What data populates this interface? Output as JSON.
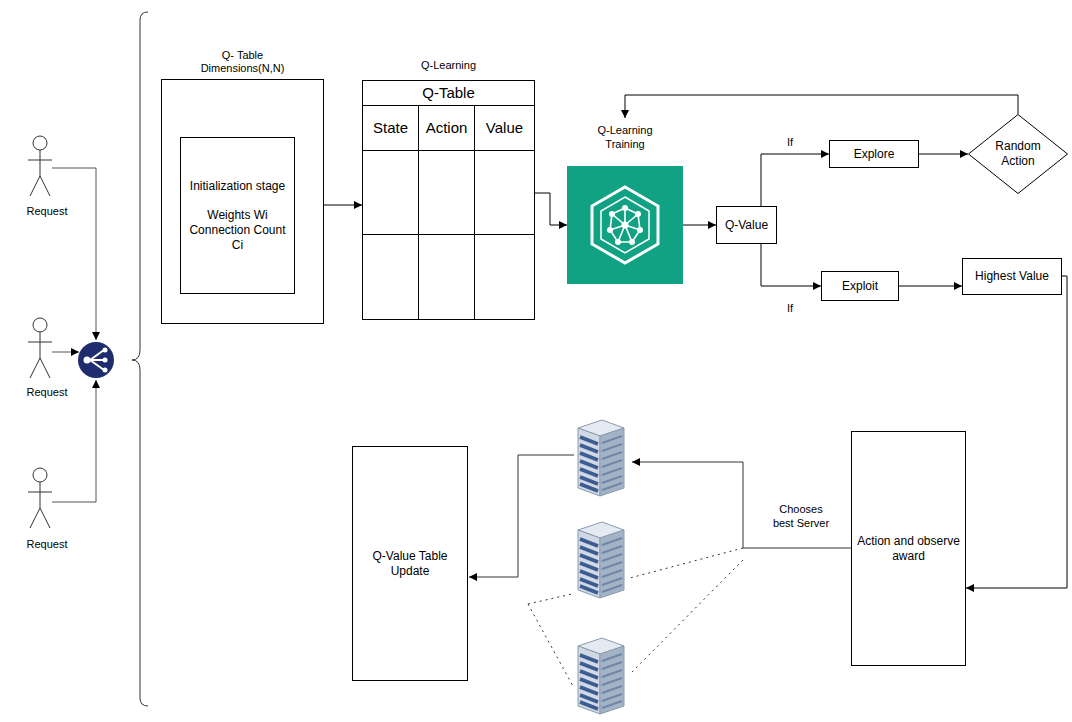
{
  "diagram": {
    "nodes": [
      {
        "text": [
          "Q- Table Dimensions(N,N)"
        ]
      },
      {
        "text": [
          "Initialization stage",
          "Weights Wi Connection Count Ci"
        ],
        "in": 0
      },
      {
        "text": [
          "Q-Learning",
          "Q-Table",
          "State",
          "Action",
          "Value"
        ]
      },
      {
        "text": [
          "Q-Learning Training"
        ]
      },
      {
        "text": [
          "Q-Value"
        ]
      },
      {
        "text": [
          "Explore"
        ]
      },
      {
        "text": [
          "Random Action"
        ]
      },
      {
        "text": [
          "Exploit"
        ]
      },
      {
        "text": [
          "Highest Value"
        ]
      },
      {
        "text": [
          "Action and observe award"
        ]
      },
      {
        "text": [
          "Q-Value Table Update"
        ]
      }
    ],
    "edges": [
      {
        "from": 0,
        "to": 2,
        "arrow": "to"
      },
      {
        "from": 2,
        "to": 3,
        "arrow": "to"
      },
      {
        "from": 3,
        "to": 4,
        "arrow": "to"
      },
      {
        "from": 4,
        "to": 5,
        "label": "If",
        "arrow": "to"
      },
      {
        "from": 4,
        "to": 7,
        "label": "If",
        "arrow": "to"
      },
      {
        "from": 5,
        "to": 6,
        "arrow": "to"
      },
      {
        "from": 6,
        "to": 3,
        "arrow": "to"
      },
      {
        "from": 7,
        "to": 8,
        "arrow": "to"
      },
      {
        "from": 8,
        "to": 9,
        "arrow": "to"
      }
    ],
    "labels": [
      "Request",
      "Request",
      "Request",
      "Chooses best Server"
    ]
  }
}
